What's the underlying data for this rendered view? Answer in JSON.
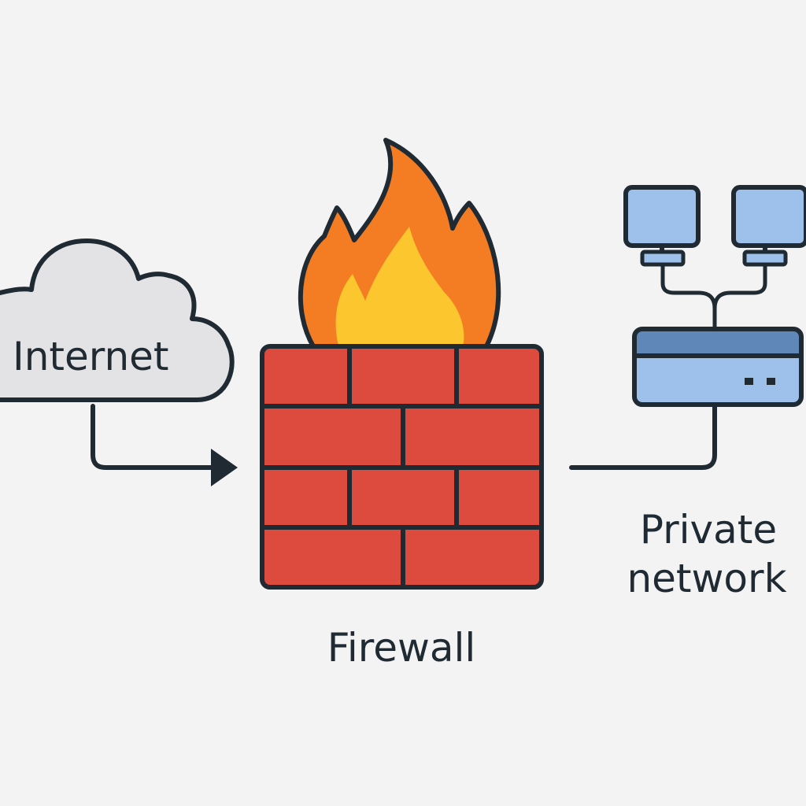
{
  "labels": {
    "internet": "Internet",
    "firewall": "Firewall",
    "private_network_line1": "Private",
    "private_network_line2": "network"
  },
  "icons": {
    "cloud": "cloud-icon",
    "firewall": "brick-wall-icon",
    "flame": "flame-icon",
    "computer": "monitor-icon",
    "router": "router-icon"
  },
  "colors": {
    "background": "#f3f3f3",
    "outline": "#1f2a33",
    "cloud_fill": "#e3e3e6",
    "brick": "#dd4b3e",
    "flame_outer": "#f47c22",
    "flame_inner": "#fcc62e",
    "device_fill": "#9dc1ea",
    "device_band": "#5f87b8"
  }
}
